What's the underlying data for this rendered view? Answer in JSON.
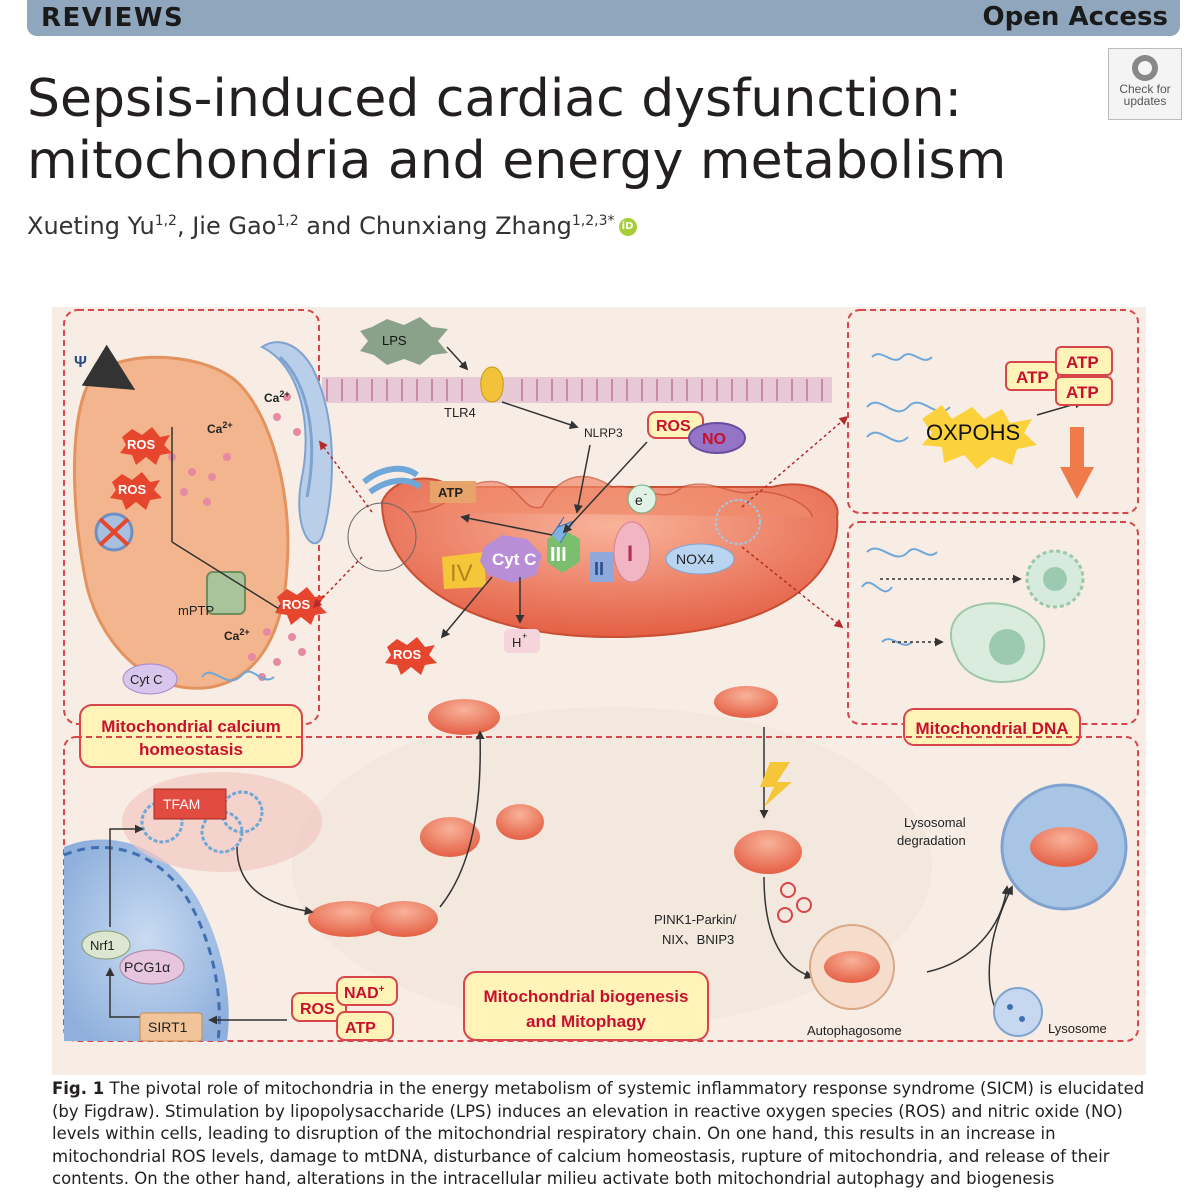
{
  "header": {
    "section": "REVIEWS",
    "access": "Open Access"
  },
  "badge": {
    "line1": "Check for",
    "line2": "updates",
    "icon": "check-updates-icon"
  },
  "title": {
    "line1": "Sepsis-induced cardiac dysfunction:",
    "line2": "mitochondria and energy metabolism"
  },
  "authors": {
    "a1": "Xueting Yu",
    "a1_sup": "1,2",
    "a2": "Jie Gao",
    "a2_sup": "1,2",
    "and": "and",
    "a3": "Chunxiang Zhang",
    "a3_sup": "1,2,3*",
    "orcid": "iD"
  },
  "figure": {
    "panels": {
      "calcium": {
        "line1": "Mitochondrial calcium",
        "line2": "homeostasis"
      },
      "dna": "Mitochondrial DNA",
      "biogenesis": {
        "line1": "Mitochondrial biogenesis",
        "line2": "and Mitophagy"
      }
    },
    "labels": {
      "psi": "Ψ",
      "ros": "ROS",
      "ca": "Ca",
      "ca_sup": "2+",
      "mptp": "mPTP",
      "cytc": "Cyt C",
      "lps": "LPS",
      "tlr4": "TLR4",
      "nlrp3": "NLRP3",
      "no": "NO",
      "atp": "ATP",
      "electron": "e",
      "electron_sup": "-",
      "complex_i": "I",
      "complex_ii": "II",
      "complex_iii": "III",
      "complex_iv": "IV",
      "nox4": "NOX4",
      "h": "H",
      "h_sup": "+",
      "oxphos": "OXPOHS",
      "tfam": "TFAM",
      "nrf1": "Nrf1",
      "pgc1a": "PCG1α",
      "sirt1": "SIRT1",
      "nad": "NAD",
      "nad_sup": "+",
      "pink1": "PINK1-Parkin/",
      "nix": "NIX、BNIP3",
      "autophagosome": "Autophagosome",
      "lysosome": "Lysosome",
      "lyso_deg1": "Lysosomal",
      "lyso_deg2": "degradation"
    },
    "colors": {
      "ros": "#e6462d",
      "mito": "#e8735a",
      "panel_border": "#d8454a",
      "label_fill": "#fff3b8",
      "label_text": "#c8102e",
      "header_bar": "#8fa6bd"
    }
  },
  "caption": {
    "fig": "Fig. 1",
    "text": "The pivotal role of mitochondria in the energy metabolism of systemic inflammatory response syndrome (SICM) is elucidated (by Figdraw). Stimulation by lipopolysaccharide (LPS) induces an elevation in reactive oxygen species (ROS) and nitric oxide (NO) levels within cells, leading to disruption of the mitochondrial respiratory chain. On one hand, this results in an increase in mitochondrial ROS levels, damage to mtDNA, disturbance of calcium homeostasis, rupture of mitochondria, and release of their contents. On the other hand, alterations in the intracellular milieu activate both mitochondrial autophagy and biogenesis"
  }
}
